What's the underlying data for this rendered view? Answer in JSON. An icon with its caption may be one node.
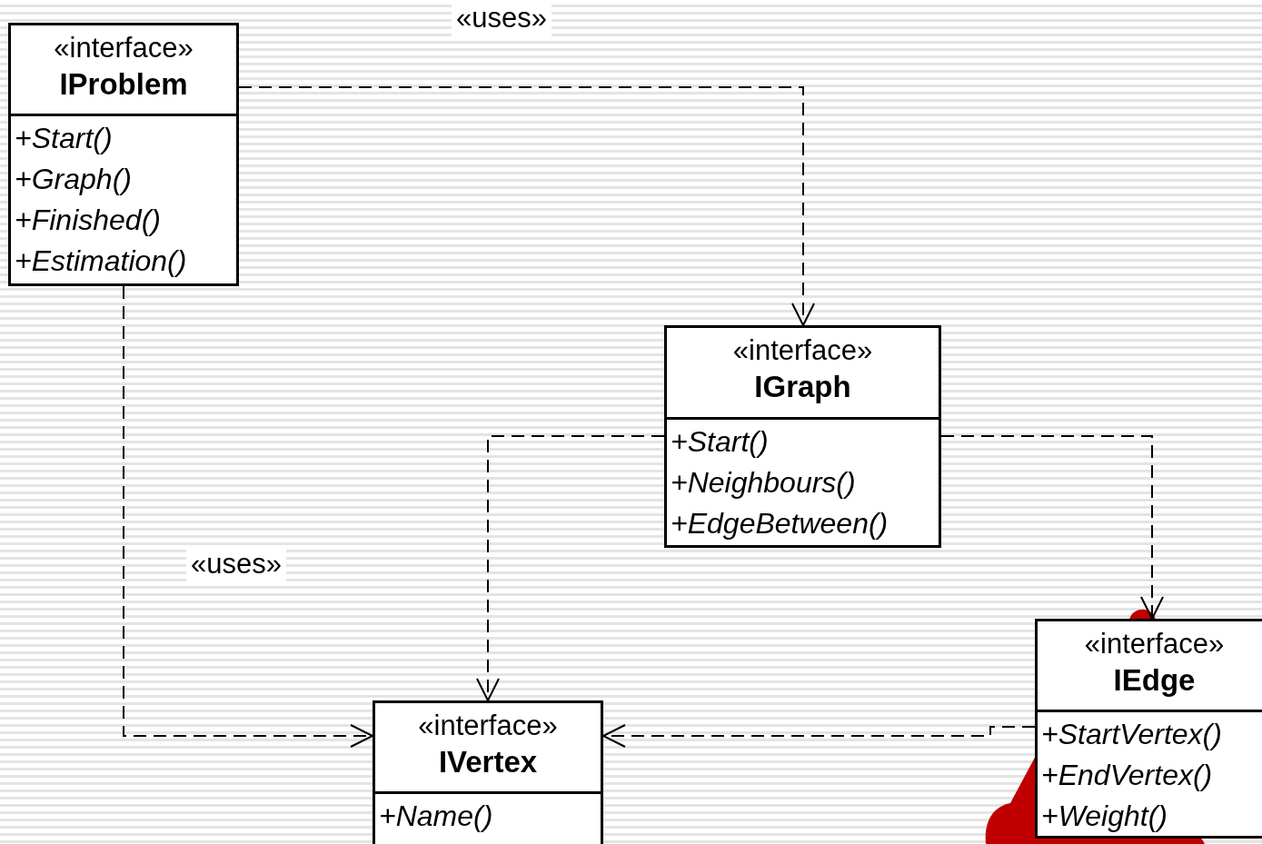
{
  "diagram": {
    "nodes": [
      {
        "text": [
          "«interface»",
          "IProblem",
          "+Start()",
          "+Graph()",
          "+Finished()",
          "+Estimation()"
        ]
      },
      {
        "text": [
          "«interface»",
          "IGraph",
          "+Start()",
          "+Neighbours()",
          "+EdgeBetween()"
        ]
      },
      {
        "text": [
          "«interface»",
          "IEdge",
          "+StartVertex()",
          "+EndVertex()",
          "+Weight()"
        ]
      },
      {
        "text": [
          "«interface»",
          "IVertex",
          "+Name()"
        ]
      }
    ],
    "edges": [
      {
        "from": 0,
        "to": 1,
        "arrow": "to",
        "style": "dashed",
        "label": "«uses»"
      },
      {
        "from": 0,
        "to": 3,
        "arrow": "to",
        "style": "dashed",
        "label": "«uses»"
      },
      {
        "from": 1,
        "to": 3,
        "arrow": "to",
        "style": "dashed"
      },
      {
        "from": 1,
        "to": 2,
        "arrow": "to",
        "style": "dashed"
      },
      {
        "from": 2,
        "to": 3,
        "arrow": "to",
        "style": "dashed"
      }
    ]
  }
}
